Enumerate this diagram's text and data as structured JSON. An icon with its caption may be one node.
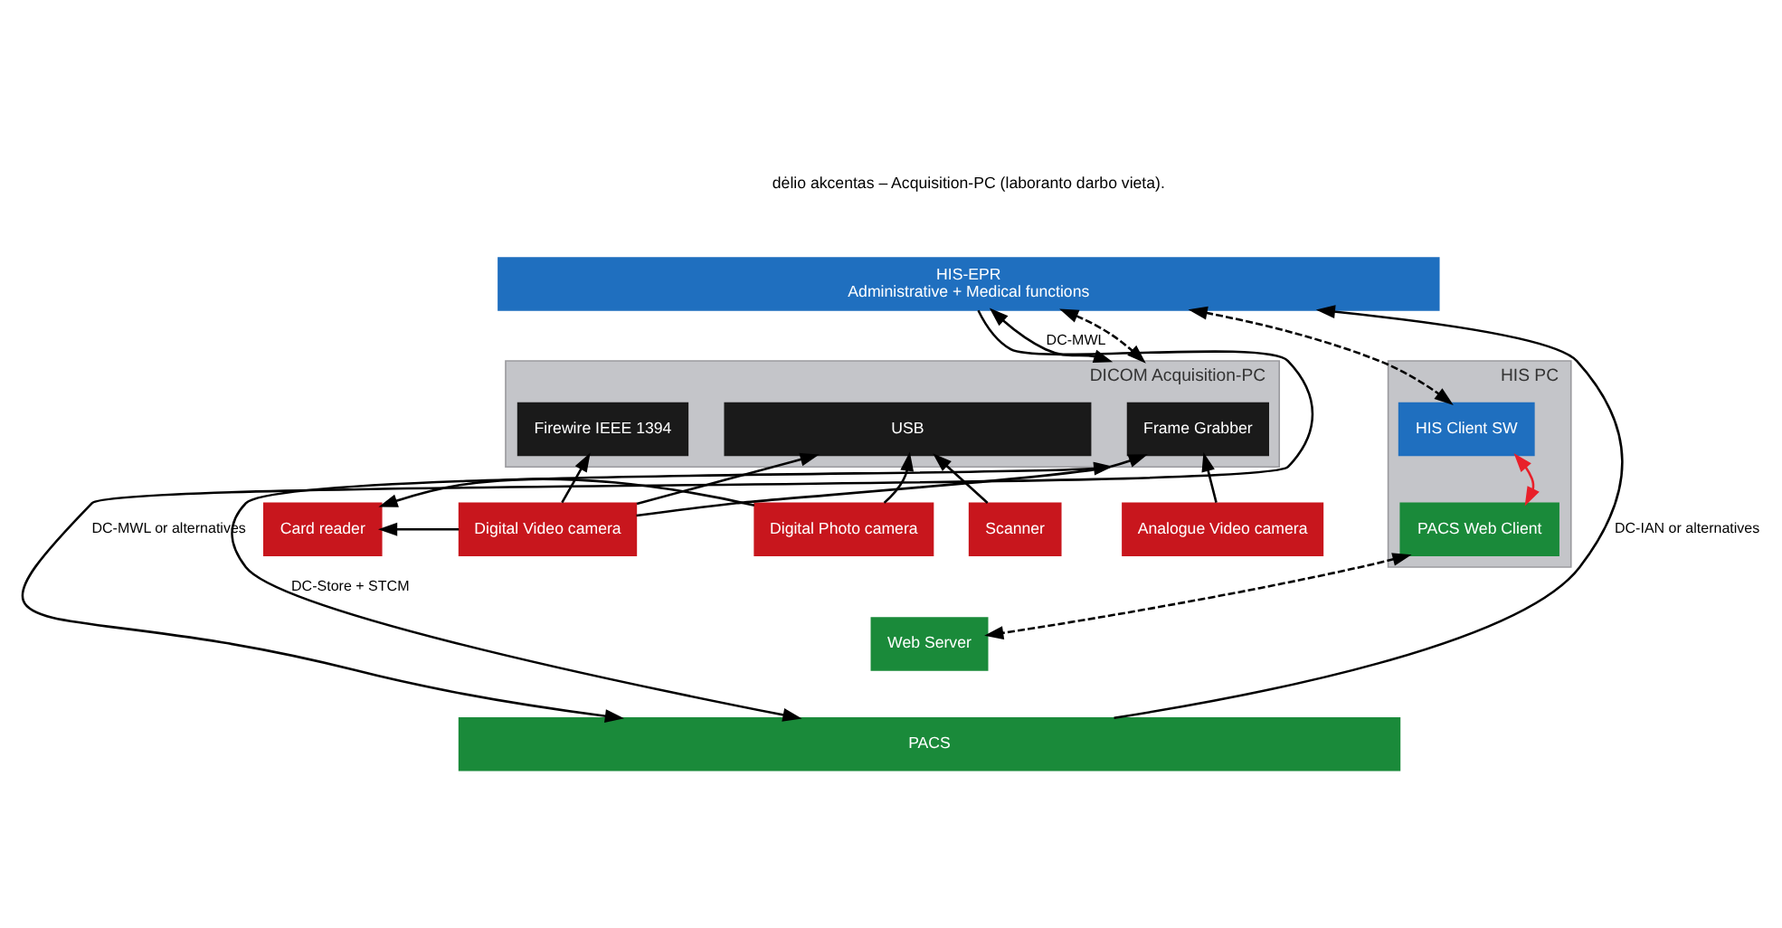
{
  "diagram": {
    "nodes": [
      {
        "text": [
          "HIS-EPR",
          "Administrative + Medical functions"
        ]
      },
      {
        "text": [
          "DICOM Acquisition-PC"
        ]
      },
      {
        "text": [
          "Frame Grabber"
        ],
        "in": 1
      },
      {
        "text": [
          "Firewire IEEE 1394"
        ],
        "in": 1
      },
      {
        "text": [
          "USB"
        ],
        "in": 1
      },
      {
        "text": [
          "Analogue Video camera"
        ]
      },
      {
        "text": [
          "Digital Video camera"
        ]
      },
      {
        "text": [
          "Card reader"
        ]
      },
      {
        "text": [
          "Digital Photo camera"
        ]
      },
      {
        "text": [
          "Scanner"
        ]
      },
      {
        "text": [
          "HIS PC"
        ]
      },
      {
        "text": [
          "HIS Client SW"
        ],
        "in": 10
      },
      {
        "text": [
          "PACS Web Client"
        ],
        "in": 10
      },
      {
        "text": [
          "Web Server"
        ]
      },
      {
        "text": [
          "PACS"
        ]
      }
    ],
    "edges": [
      {
        "from": 0,
        "to": 14,
        "arrow": "to",
        "label": "DC-MWL or alternatives"
      },
      {
        "from": 14,
        "to": 0,
        "arrow": "to",
        "label": "DC-IAN or alternatives"
      },
      {
        "from": 0,
        "to": 1,
        "arrow": "both",
        "label": "DC-MWL"
      },
      {
        "from": 1,
        "to": 14,
        "arrow": "both",
        "label": "DC-Store + STCM"
      },
      {
        "from": 0,
        "to": 1,
        "arrow": "both",
        "style": "dashed"
      },
      {
        "from": 0,
        "to": 11,
        "arrow": "both",
        "style": "dashed"
      },
      {
        "from": 5,
        "to": 2,
        "arrow": "to"
      },
      {
        "from": 6,
        "to": 2,
        "arrow": "to"
      },
      {
        "from": 6,
        "to": 3,
        "arrow": "to"
      },
      {
        "from": 6,
        "to": 4,
        "arrow": "to"
      },
      {
        "from": 6,
        "to": 7,
        "arrow": "to"
      },
      {
        "from": 8,
        "to": 7,
        "arrow": "to"
      },
      {
        "from": 8,
        "to": 4,
        "arrow": "to"
      },
      {
        "from": 9,
        "to": 4,
        "arrow": "to"
      },
      {
        "from": 11,
        "to": 12,
        "arrow": "both",
        "color": "#e8202a"
      },
      {
        "from": 12,
        "to": 13,
        "arrow": "both",
        "style": "dashed"
      }
    ],
    "labels": [
      "dėlio akcentas – Acquisition-PC (laboranto darbo vieta)."
    ]
  }
}
